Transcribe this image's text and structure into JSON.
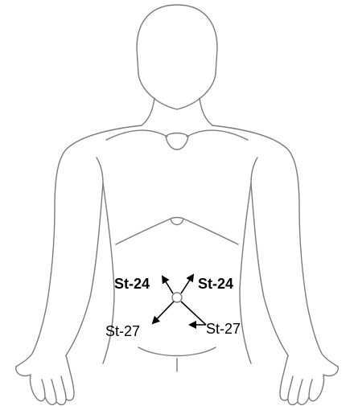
{
  "points": {
    "upper_left": {
      "label": "St-24",
      "bold": true
    },
    "upper_right": {
      "label": "St-24",
      "bold": true
    },
    "lower_left": {
      "label": "St-27",
      "bold": false
    },
    "lower_right": {
      "label": "St-27",
      "bold": false
    }
  },
  "colors": {
    "outline": "#7a7a7a",
    "arrow": "#000000",
    "background": "#ffffff"
  }
}
